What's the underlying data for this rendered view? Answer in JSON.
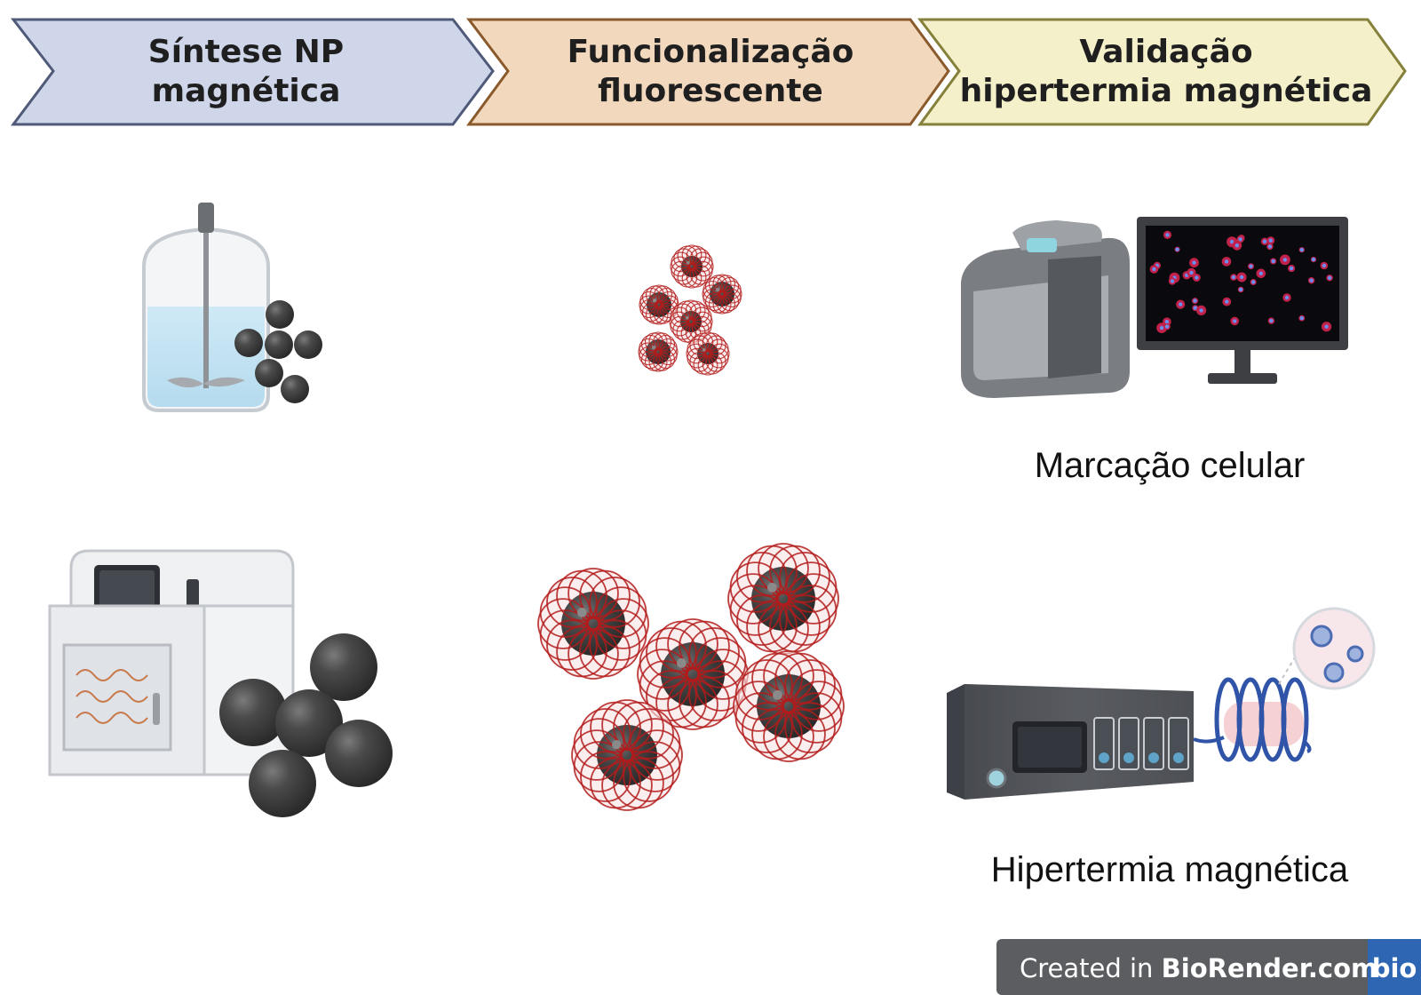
{
  "steps": [
    {
      "line1": "Síntese NP",
      "line2": "magnética",
      "fill": "#cfd6ea"
    },
    {
      "line1": "Funcionalização",
      "line2": "fluorescente",
      "fill": "#f2d8bd"
    },
    {
      "line1": "Validação",
      "line2": "hipertermia magnética",
      "fill": "#f4f0ca"
    }
  ],
  "captions": {
    "cell_labeling": "Marcação celular",
    "hyperthermia": "Hipertermia magnética"
  },
  "watermark": {
    "prefix": "Created in ",
    "brand": "BioRender.com",
    "logo": "bio"
  },
  "colors": {
    "nanoparticle": "#3a3a3a",
    "fluorescent_shell": "#b31b1b",
    "coil": "#2f54a8"
  }
}
